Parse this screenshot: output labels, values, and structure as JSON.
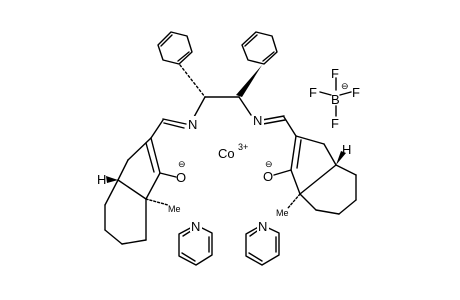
{
  "atoms": {
    "N": "N",
    "H": "H",
    "O": "O",
    "B": "B",
    "F": "F"
  },
  "substituents": {
    "methyl": "Me"
  },
  "cobalt": {
    "symbol": "Co",
    "charge": "3+"
  },
  "anion": {
    "charge": "⊖"
  },
  "oxide_charge": "⊖"
}
